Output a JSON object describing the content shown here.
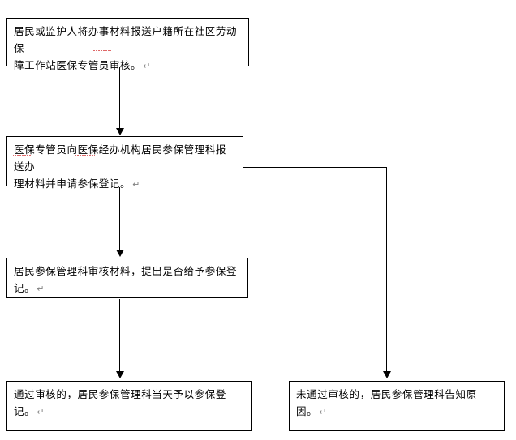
{
  "document": {
    "title": "居民参保登记办理流程图",
    "background_color": "#ffffff",
    "line_color": "#000000",
    "text_color": "#000000",
    "pilcrow_color": "#808080",
    "spellcheck_color": "#d02020",
    "paragraph_mark": "↵"
  },
  "flowchart": {
    "type": "flowchart",
    "orientation": "top-to-bottom",
    "nodes": [
      {
        "id": "node-1",
        "order": 1,
        "shape": "rectangle",
        "text": "居民或监护人将办事材料报送户籍所在社区劳动保障工作站医保专管员审核。",
        "lines": [
          "居民或监护人将办事材料报送户籍所在社区劳动保",
          "障工作站医保专管员审核。"
        ]
      },
      {
        "id": "node-2",
        "order": 2,
        "shape": "rectangle",
        "text": "医保专管员向医保经办机构居民参保管理科报送办理材料并申请参保登记。",
        "lines": [
          "医保专管员向医保经办机构居民参保管理科报送办",
          "理材料并申请参保登记。"
        ]
      },
      {
        "id": "node-3",
        "order": 3,
        "shape": "rectangle",
        "text": "居民参保管理科审核材料，提出是否给予参保登记。",
        "lines": [
          "居民参保管理科审核材料，提出是否给予参保登记。"
        ]
      },
      {
        "id": "node-4",
        "order": 4,
        "shape": "rectangle",
        "text": "通过审核的，居民参保管理科当天予以参保登记。",
        "lines": [
          "通过审核的，居民参保管理科当天予以参保登记。"
        ]
      },
      {
        "id": "node-5",
        "order": 5,
        "shape": "rectangle",
        "text": "未通过审核的，居民参保管理科告知原因。",
        "lines": [
          "未通过审核的，居民参保管理科告知原因。"
        ]
      }
    ],
    "connectors": [
      {
        "id": "c1",
        "from": "node-1",
        "to": "node-2",
        "style": "straight-down",
        "arrow": "down"
      },
      {
        "id": "c2",
        "from": "node-2",
        "to": "node-3",
        "style": "straight-down",
        "arrow": "down"
      },
      {
        "id": "c3",
        "from": "node-3",
        "to": "node-4",
        "style": "straight-down",
        "arrow": "down"
      },
      {
        "id": "c4",
        "from": "node-2",
        "to": "node-5",
        "style": "right-then-down",
        "arrow": "down"
      }
    ]
  }
}
